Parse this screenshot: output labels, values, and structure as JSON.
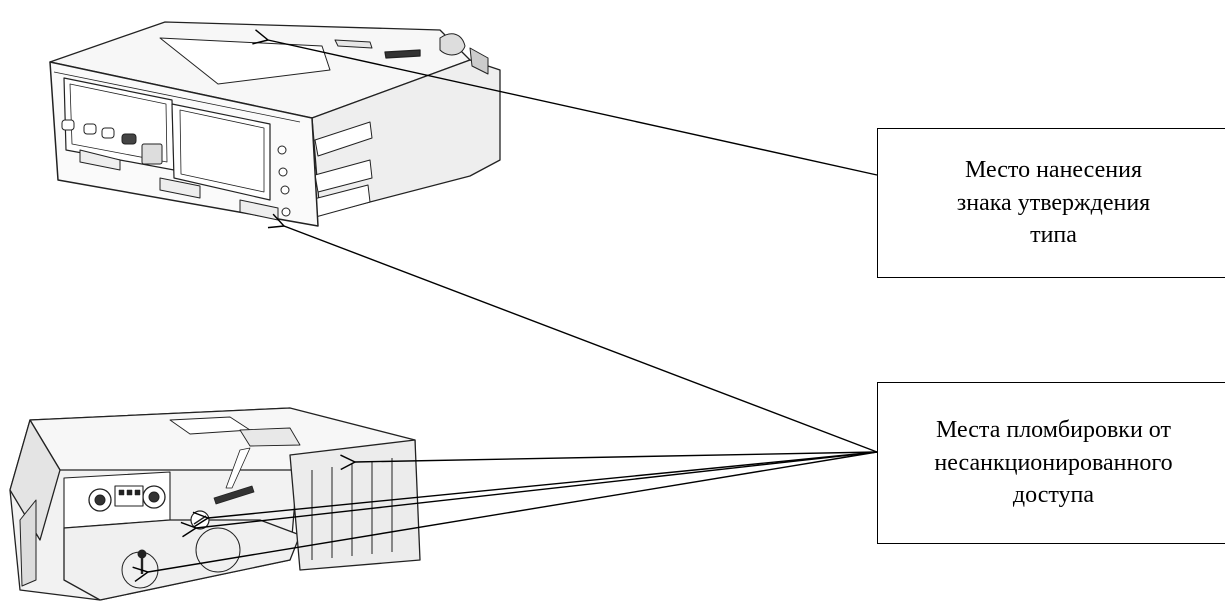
{
  "callouts": {
    "type_approval": {
      "lines": [
        "Место нанесения",
        "знака утверждения",
        "типа"
      ]
    },
    "seals": {
      "lines": [
        "Места пломбировки от",
        "несанкционированного",
        "доступа"
      ]
    }
  },
  "colors": {
    "line": "#000000",
    "device_stroke": "#222222",
    "device_fill": "#f4f4f4"
  }
}
